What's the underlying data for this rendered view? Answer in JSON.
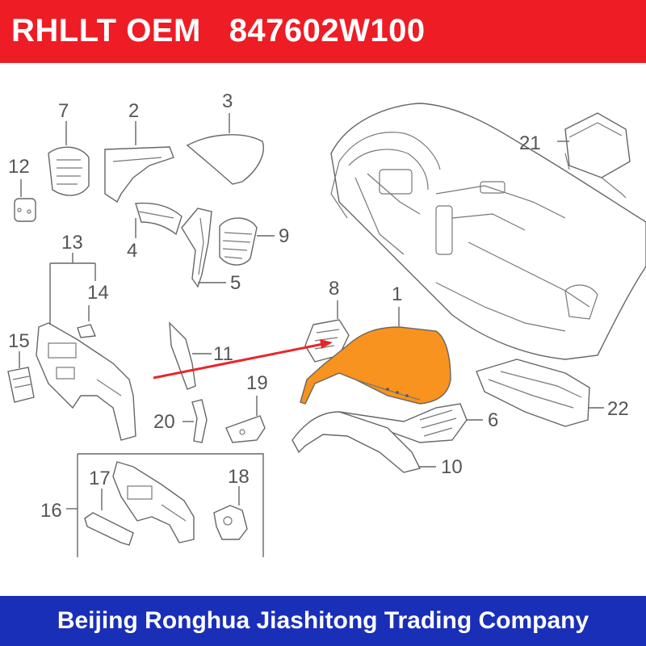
{
  "header": {
    "brand": "RHLLT OEM",
    "part_number": "847602W100",
    "bg_color": "#ee1c24"
  },
  "footer": {
    "company": "Beijing Ronghua Jiashitong Trading Company",
    "bg_color": "#1a2fb8"
  },
  "diagram": {
    "highlight_color": "#f7931e",
    "arrow_color": "#e8262b",
    "callouts": {
      "c1": "1",
      "c2": "2",
      "c3": "3",
      "c4": "4",
      "c5": "5",
      "c6": "6",
      "c7": "7",
      "c8": "8",
      "c9": "9",
      "c10": "10",
      "c11": "11",
      "c12": "12",
      "c13": "13",
      "c14": "14",
      "c15": "15",
      "c16": "16",
      "c17": "17",
      "c18": "18",
      "c19": "19",
      "c20": "20",
      "c21": "21",
      "c22": "22"
    }
  }
}
